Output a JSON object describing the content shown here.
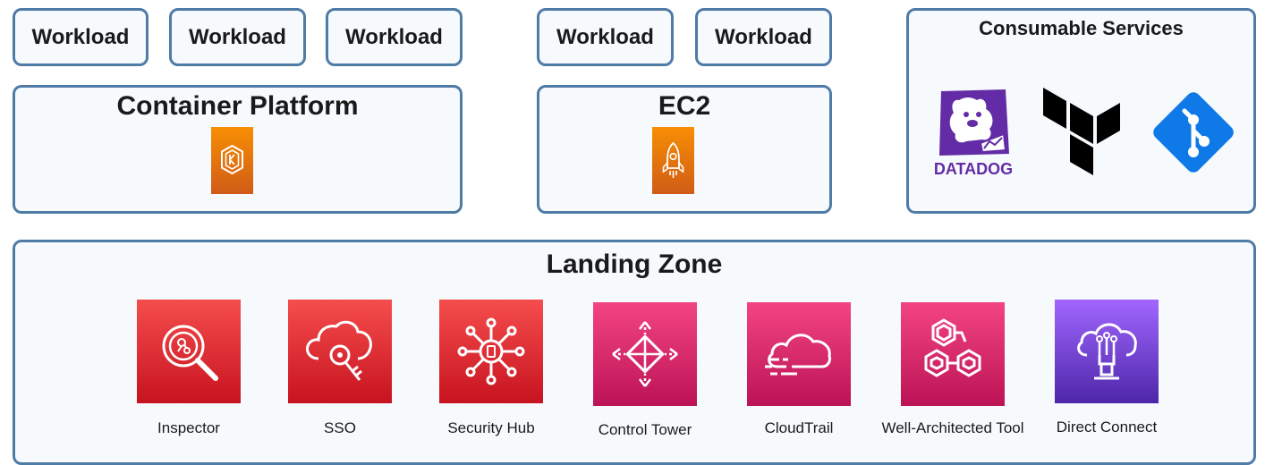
{
  "workloads": [
    "Workload",
    "Workload",
    "Workload",
    "Workload",
    "Workload"
  ],
  "container_platform": {
    "title": "Container Platform",
    "icon": "eks-icon"
  },
  "ec2": {
    "title": "EC2",
    "icon": "ec2-rocket-icon"
  },
  "consumable_services": {
    "title": "Consumable Services",
    "logos": [
      {
        "name": "datadog-logo",
        "text": "DATADOG"
      },
      {
        "name": "terraform-logo"
      },
      {
        "name": "git-logo"
      }
    ]
  },
  "landing_zone": {
    "title": "Landing Zone",
    "services": [
      {
        "label": "Inspector",
        "icon": "inspector-icon",
        "color_top": "#f54d4d",
        "color_bottom": "#c7131f"
      },
      {
        "label": "SSO",
        "icon": "sso-icon",
        "color_top": "#f54d4d",
        "color_bottom": "#c7131f"
      },
      {
        "label": "Security Hub",
        "icon": "security-hub-icon",
        "color_top": "#f54d4d",
        "color_bottom": "#c7131f"
      },
      {
        "label": "Control Tower",
        "icon": "control-tower-icon",
        "color_top": "#f34482",
        "color_bottom": "#bc1356"
      },
      {
        "label": "CloudTrail",
        "icon": "cloudtrail-icon",
        "color_top": "#f34482",
        "color_bottom": "#bc1356"
      },
      {
        "label": "Well-Architected Tool",
        "icon": "well-architected-icon",
        "color_top": "#f34482",
        "color_bottom": "#bc1356"
      },
      {
        "label": "Direct Connect",
        "icon": "direct-connect-icon",
        "color_top": "#a166ff",
        "color_bottom": "#4d27a8"
      }
    ]
  },
  "colors": {
    "border": "#4f7ba7",
    "box_fill": "#f7fafd",
    "aws_orange_top": "#f78e04",
    "aws_orange_bottom": "#d05c17"
  }
}
